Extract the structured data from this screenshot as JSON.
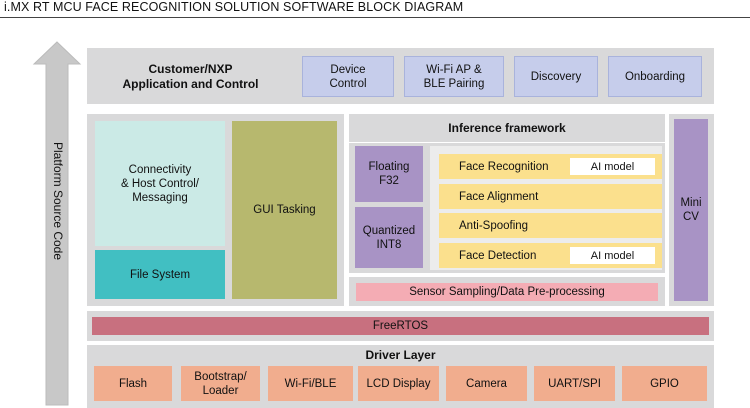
{
  "title": "i.MX RT MCU FACE RECOGNITION SOLUTION SOFTWARE BLOCK DIAGRAM",
  "side_arrow_label": "Platform Source Code",
  "app_layer": {
    "title_line1": "Customer/NXP",
    "title_line2": "Application and Control",
    "blocks": [
      {
        "line1": "Device",
        "line2": "Control"
      },
      {
        "line1": "Wi-Fi AP &",
        "line2": "BLE Pairing"
      },
      {
        "line1": "Discovery"
      },
      {
        "line1": "Onboarding"
      }
    ]
  },
  "connectivity": {
    "line1": "Connectivity",
    "line2": "& Host Control/",
    "line3": "Messaging"
  },
  "file_system": "File System",
  "gui_tasking": "GUI Tasking",
  "inference": {
    "title": "Inference framework",
    "floating": {
      "line1": "Floating",
      "line2": "F32"
    },
    "quantized": {
      "line1": "Quantized",
      "line2": "INT8"
    },
    "rows": [
      {
        "label": "Face Recognition",
        "tag": "AI model"
      },
      {
        "label": "Face Alignment"
      },
      {
        "label": "Anti-Spoofing"
      },
      {
        "label": "Face Detection",
        "tag": "AI model"
      }
    ]
  },
  "mini_cv": {
    "line1": "Mini",
    "line2": "CV"
  },
  "sensor": "Sensor Sampling/Data Pre-processing",
  "freertos": "FreeRTOS",
  "driver_layer": {
    "title": "Driver Layer",
    "items": [
      {
        "line1": "Flash"
      },
      {
        "line1": "Bootstrap/",
        "line2": "Loader"
      },
      {
        "line1": "Wi-Fi/BLE"
      },
      {
        "line1": "LCD Display"
      },
      {
        "line1": "Camera"
      },
      {
        "line1": "UART/SPI"
      },
      {
        "line1": "GPIO"
      }
    ]
  },
  "colors": {
    "panel": "#d9d9da",
    "app_block": "#c6cdeb",
    "connectivity": "#cbeae6",
    "file_system": "#41bfc2",
    "gui_tasking": "#b7b86e",
    "purple": "#a893c5",
    "yellow": "#fbe08d",
    "sensor": "#f4acb4",
    "freertos": "#c8707f",
    "driver": "#f1ad8e",
    "arrow": "#c8c8c8"
  }
}
